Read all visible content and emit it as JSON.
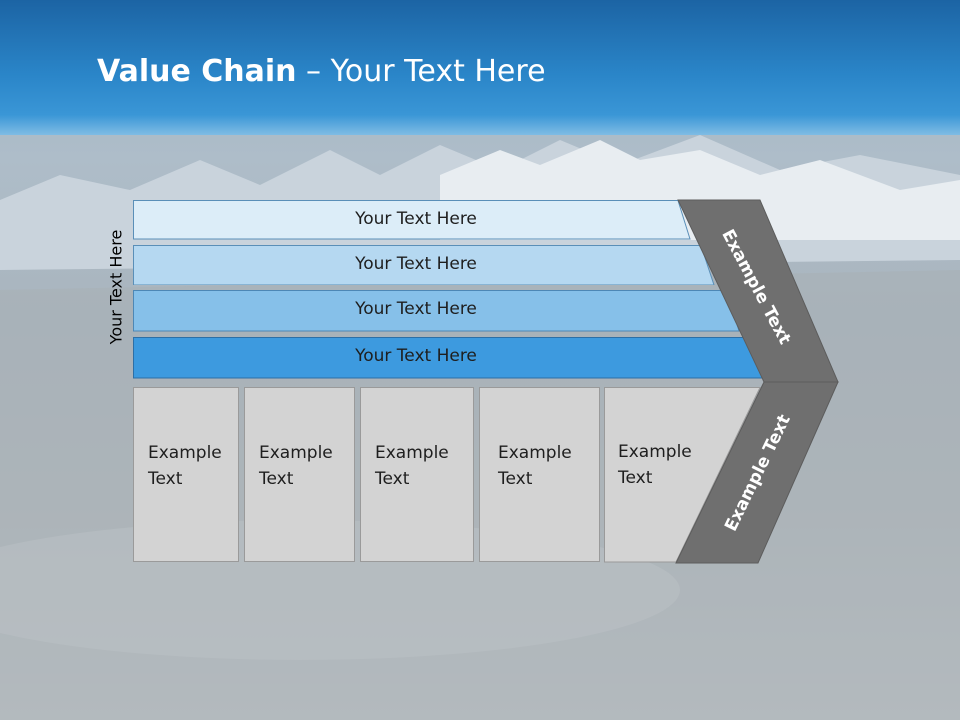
{
  "title": {
    "bold": "Value Chain",
    "rest": " – Your Text Here"
  },
  "vertical_label": "Your Text Here",
  "bars": [
    {
      "label": "Your Text Here",
      "fill": "#dcedf8",
      "stroke": "#5a8fb8"
    },
    {
      "label": "Your Text Here",
      "fill": "#b5d8f1",
      "stroke": "#5a8fb8"
    },
    {
      "label": "Your Text Here",
      "fill": "#86c0e9",
      "stroke": "#4d87b5"
    },
    {
      "label": "Your Text Here",
      "fill": "#3d9adf",
      "stroke": "#2d6fa6"
    }
  ],
  "boxes": [
    {
      "line1": "Example",
      "line2": "Text"
    },
    {
      "line1": "Example",
      "line2": "Text"
    },
    {
      "line1": "Example",
      "line2": "Text"
    },
    {
      "line1": "Example",
      "line2": "Text"
    },
    {
      "line1": "Example",
      "line2": "Text"
    }
  ],
  "chevron": {
    "upper_label": "Example Text",
    "lower_label": "Example Text",
    "color": "#6f6f6f"
  },
  "colors": {
    "header": "#2a85c8",
    "title_text": "#ffffff"
  }
}
